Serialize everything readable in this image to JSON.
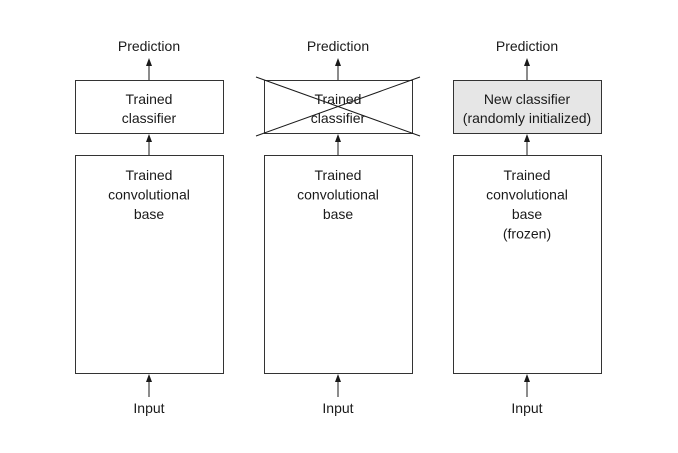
{
  "colors": {
    "box_fill": "#ffffff",
    "box_fill_highlight": "#e6e6e6",
    "stroke": "#333333"
  },
  "columns": [
    {
      "prediction_label": "Prediction",
      "classifier_lines": [
        "Trained",
        "classifier"
      ],
      "classifier_crossed_out": false,
      "classifier_highlighted": false,
      "base_lines": [
        "Trained",
        "convolutional",
        "base"
      ],
      "input_label": "Input"
    },
    {
      "prediction_label": "Prediction",
      "classifier_lines": [
        "Trained",
        "classifier"
      ],
      "classifier_crossed_out": true,
      "classifier_highlighted": false,
      "base_lines": [
        "Trained",
        "convolutional",
        "base"
      ],
      "input_label": "Input"
    },
    {
      "prediction_label": "Prediction",
      "classifier_lines": [
        "New classifier",
        "(randomly initialized)"
      ],
      "classifier_crossed_out": false,
      "classifier_highlighted": true,
      "base_lines": [
        "Trained",
        "convolutional",
        "base",
        "(frozen)"
      ],
      "input_label": "Input"
    }
  ]
}
